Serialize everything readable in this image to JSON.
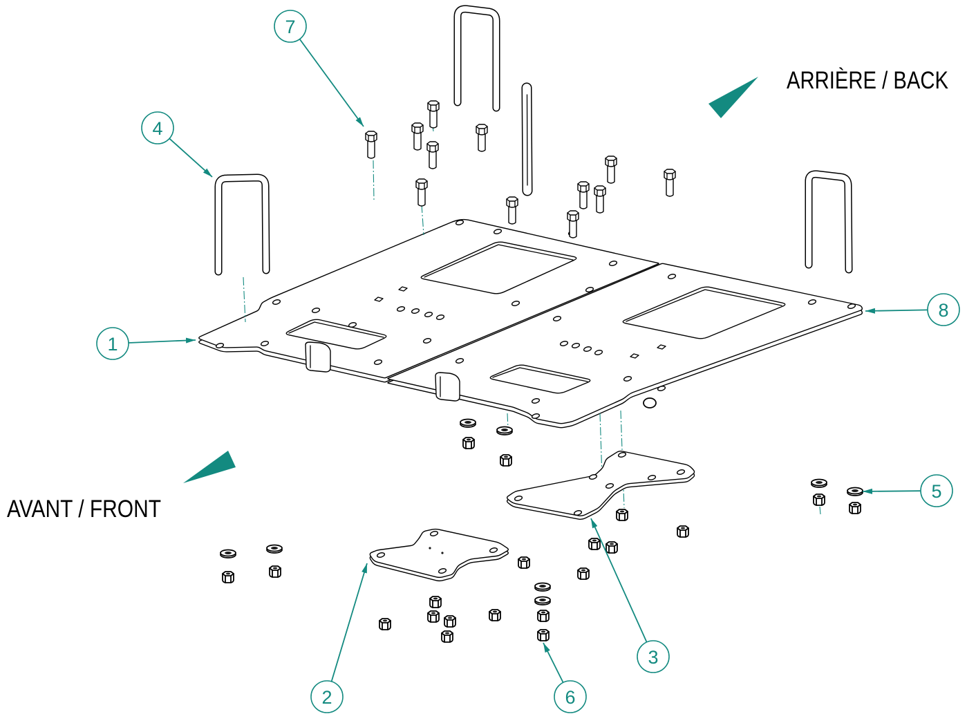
{
  "labels": {
    "back": "ARRIÈRE / BACK",
    "front": "AVANT / FRONT"
  },
  "callouts": [
    {
      "number": "1"
    },
    {
      "number": "2"
    },
    {
      "number": "3"
    },
    {
      "number": "4"
    },
    {
      "number": "5"
    },
    {
      "number": "6"
    },
    {
      "number": "7"
    },
    {
      "number": "8"
    }
  ],
  "colors": {
    "accent": "#138a80",
    "line": "#000000",
    "paper": "#ffffff"
  }
}
